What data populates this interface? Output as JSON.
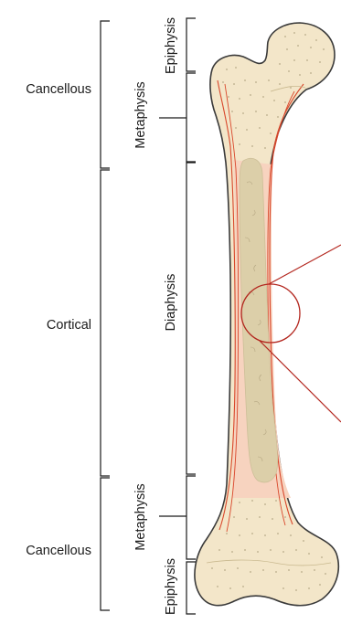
{
  "labels": {
    "tissue_top": "Cancellous",
    "tissue_middle": "Cortical",
    "tissue_bottom": "Cancellous",
    "region_epiphysis_top": "Epiphysis",
    "region_metaphysis_top": "Metaphysis",
    "region_diaphysis": "Diaphysis",
    "region_metaphysis_bottom": "Metaphysis",
    "region_epiphysis_bottom": "Epiphysis"
  },
  "colors": {
    "bone_fill": "#f3e6c9",
    "bone_outline": "#3a3a3a",
    "cortical_band": "#f7d3bf",
    "cortical_line": "#d9472b",
    "marrow_cavity": "#dccfa9",
    "magnifier_line": "#b3261e",
    "bracket_line": "#1a1a1a"
  }
}
